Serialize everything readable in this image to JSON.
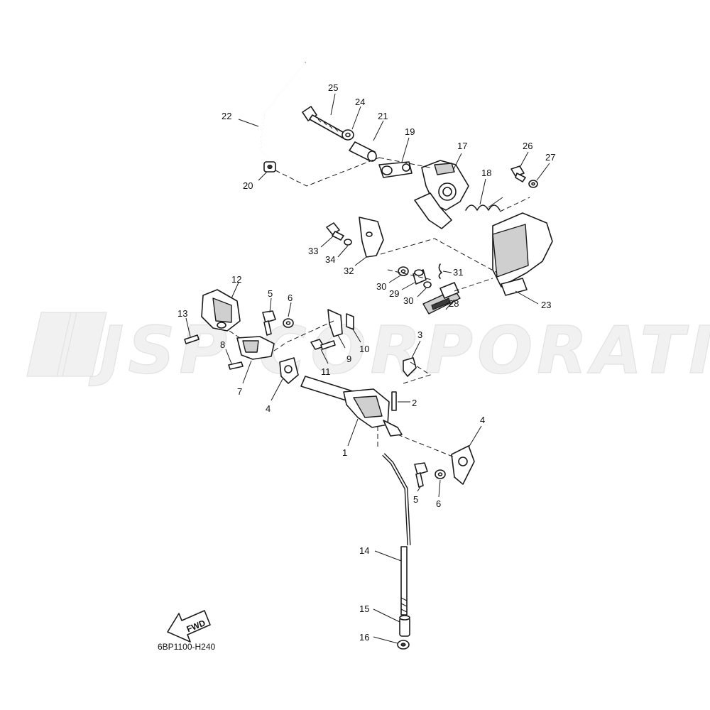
{
  "watermark": {
    "text": "JSP CORPORATION"
  },
  "diagram_code": "6BP1100-H240",
  "fwd_label": "FWD",
  "callouts": {
    "c1": "1",
    "c2": "2",
    "c3": "3",
    "c4a": "4",
    "c4b": "4",
    "c5a": "5",
    "c5b": "5",
    "c6a": "6",
    "c6b": "6",
    "c7": "7",
    "c8": "8",
    "c9": "9",
    "c10": "10",
    "c11": "11",
    "c12": "12",
    "c13": "13",
    "c14": "14",
    "c15": "15",
    "c16": "16",
    "c17": "17",
    "c18": "18",
    "c19": "19",
    "c20": "20",
    "c21": "21",
    "c22": "22",
    "c23": "23",
    "c24": "24",
    "c25": "25",
    "c26": "26",
    "c27": "27",
    "c28": "28",
    "c29": "29",
    "c30a": "30",
    "c30b": "30",
    "c31": "31",
    "c32": "32",
    "c33": "33",
    "c34": "34"
  }
}
